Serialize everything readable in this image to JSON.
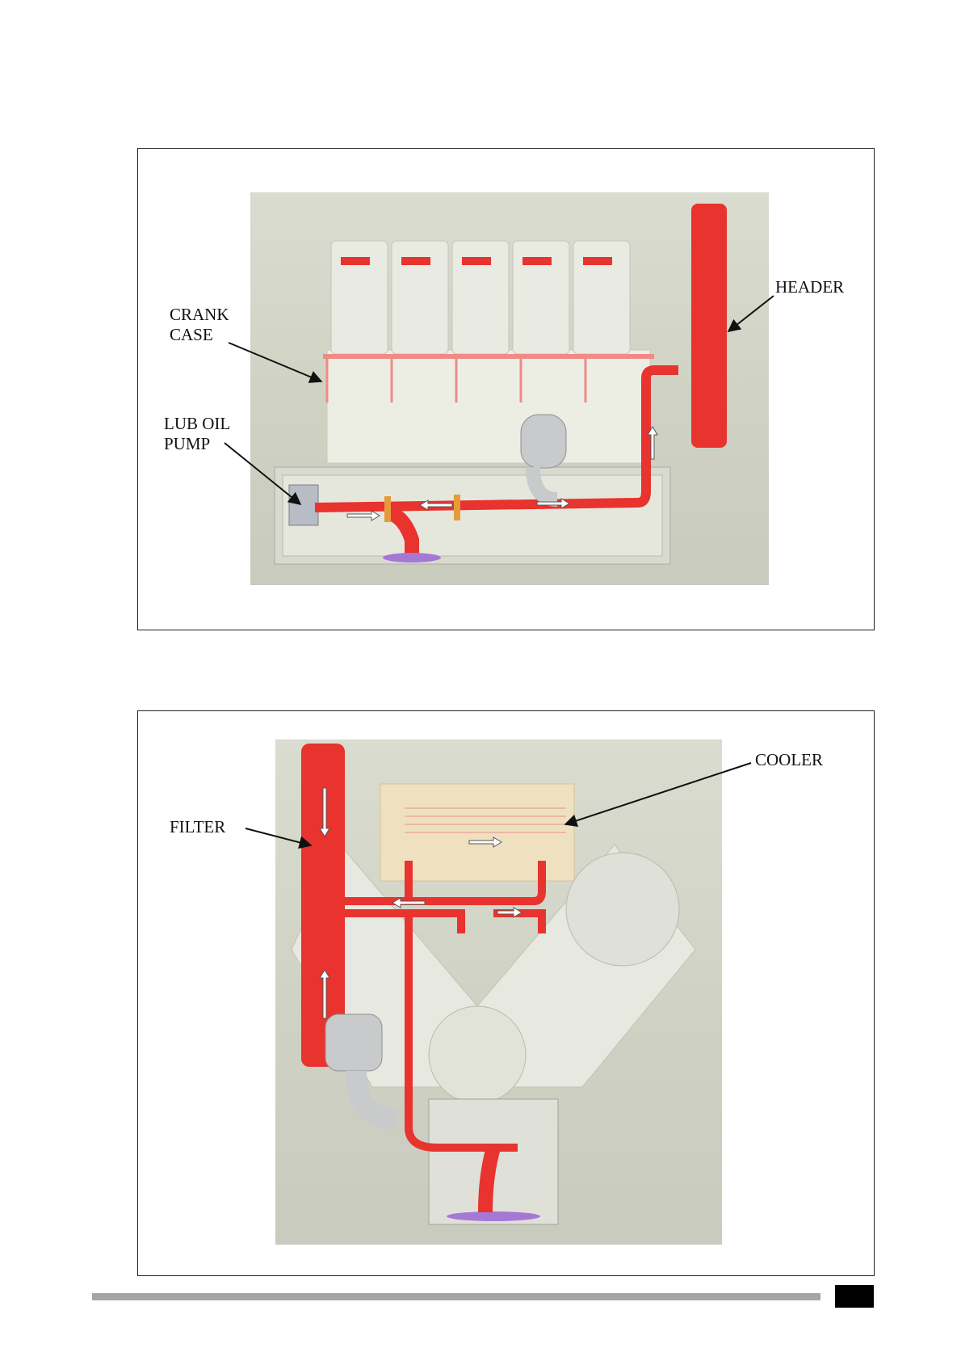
{
  "figure_top": {
    "labels": {
      "crank_case": [
        "CRANK",
        "CASE"
      ],
      "lub_oil_pump": [
        "LUB OIL",
        "PUMP"
      ],
      "header": "HEADER"
    }
  },
  "figure_bottom": {
    "labels": {
      "filter": "FILTER",
      "cooler": "COOLER"
    }
  },
  "footer": {
    "page_number": ""
  },
  "colors": {
    "oil_line": "#e8332e",
    "engine_body": "#e4e5dc",
    "sump_plate": "#a678d6",
    "frame": "#222222"
  }
}
